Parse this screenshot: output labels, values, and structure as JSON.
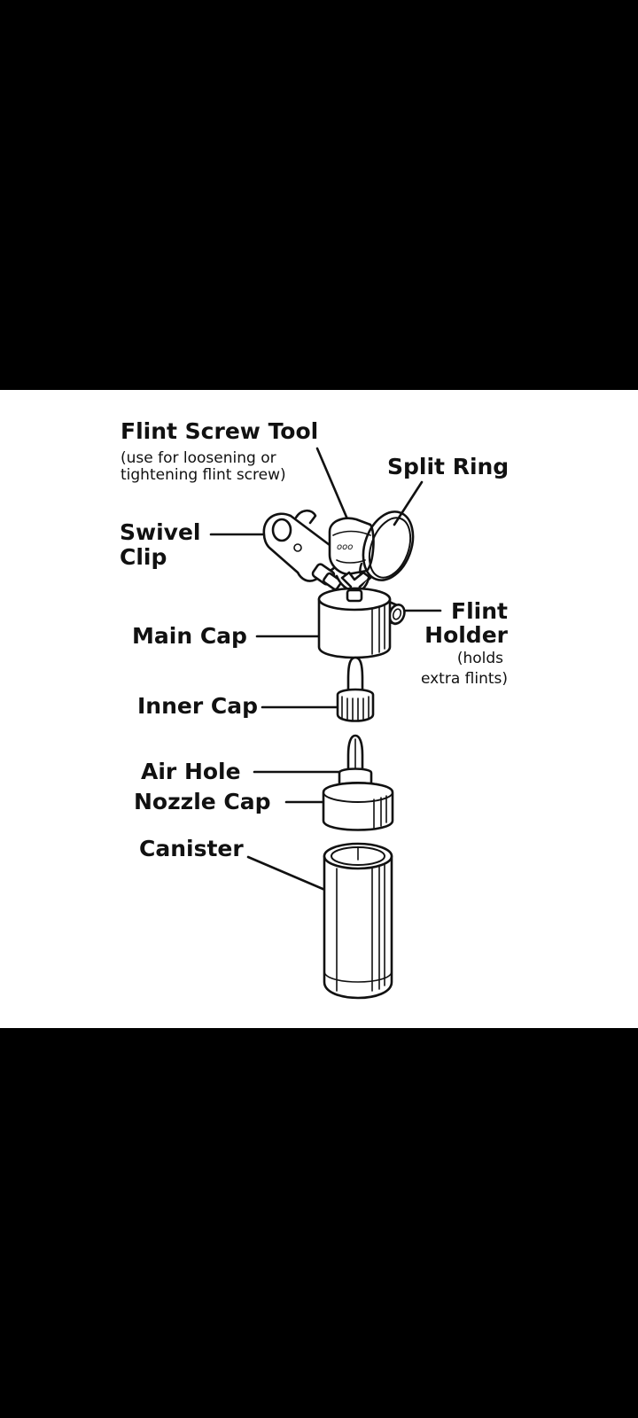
{
  "diagram": {
    "labels": {
      "flint_screw_tool": "Flint Screw Tool",
      "flint_screw_tool_note_1": "(use for loosening or",
      "flint_screw_tool_note_2": "tightening flint screw)",
      "split_ring": "Split Ring",
      "swivel_clip_1": "Swivel",
      "swivel_clip_2": "Clip",
      "flint_holder_1": "Flint",
      "flint_holder_2": "Holder",
      "flint_holder_note_1": "(holds",
      "flint_holder_note_2": "extra flints)",
      "main_cap": "Main Cap",
      "inner_cap": "Inner Cap",
      "air_hole": "Air Hole",
      "nozzle_cap": "Nozzle Cap",
      "canister": "Canister"
    }
  }
}
